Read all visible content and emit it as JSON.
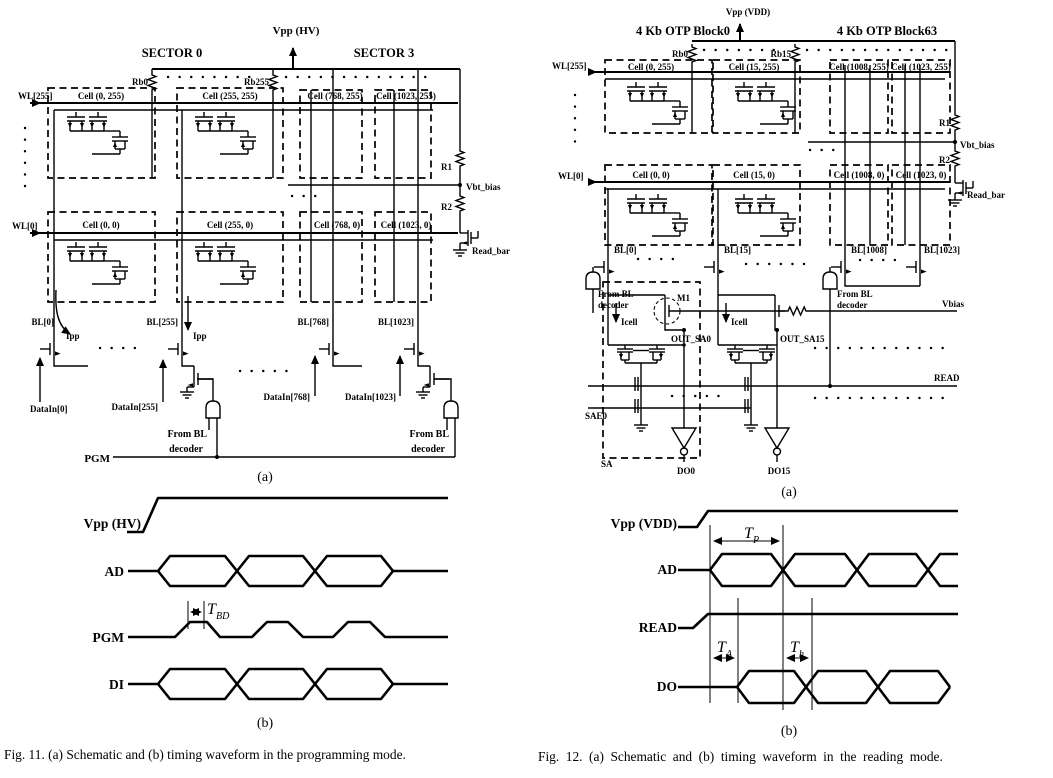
{
  "fig11": {
    "sector0": "SECTOR 0",
    "sector3": "SECTOR 3",
    "vpp": "Vpp (HV)",
    "rb0": "Rb0",
    "rb255": "Rb255",
    "wl255": "WL[255]",
    "wl0": "WL[0]",
    "cells_top": [
      "Cell (0, 255)",
      "Cell (255, 255)",
      "Cell (768, 255)",
      "Cell (1023, 255)"
    ],
    "cells_bot": [
      "Cell (0, 0)",
      "Cell (255, 0)",
      "Cell (768, 0)",
      "Cell (1023, 0)"
    ],
    "r1": "R1",
    "r2": "R2",
    "vbt_bias": "Vbt_bias",
    "read_bar": "Read_bar",
    "bl": [
      "BL[0]",
      "BL[255]",
      "BL[768]",
      "BL[1023]"
    ],
    "ipp": "Ipp",
    "datain": [
      "DataIn[0]",
      "DataIn[255]",
      "DataIn[768]",
      "DataIn[1023]"
    ],
    "from_bl": "From BL",
    "decoder": "decoder",
    "pgm": "PGM",
    "panel_a": "(a)",
    "wave": {
      "vpp": "Vpp (HV)",
      "ad": "AD",
      "pgm": "PGM",
      "di": "DI",
      "t": "T",
      "t_sub": "BD",
      "panel_b": "(b)"
    },
    "caption": "Fig. 11.  (a) Schematic and (b) timing waveform in the programming mode."
  },
  "fig12": {
    "block0": "4 Kb OTP Block0",
    "block63": "4 Kb OTP Block63",
    "vpp": "Vpp (VDD)",
    "rb0": "Rb0",
    "rb15": "Rb15",
    "wl255": "WL[255]",
    "wl0": "WL[0]",
    "cells_top": [
      "Cell (0, 255)",
      "Cell (15, 255)",
      "Cell (1008, 255)",
      "Cell (1023, 255)"
    ],
    "cells_bot": [
      "Cell (0, 0)",
      "Cell (15, 0)",
      "Cell (1008, 0)",
      "Cell (1023, 0)"
    ],
    "r1": "R1",
    "r2": "R2",
    "vbt_bias": "Vbt_bias",
    "read_bar": "Read_bar",
    "bl": [
      "BL[0]",
      "BL[15]",
      "BL[1008]",
      "BL[1023]"
    ],
    "from_bl": "From BL",
    "decoder": "decoder",
    "m1": "M1",
    "icell": "Icell",
    "out_sa0": "OUT_SA0",
    "out_sa15": "OUT_SA15",
    "vbias": "Vbias",
    "read": "READ",
    "sae0": "SAE0",
    "sa": "SA",
    "do0": "DO0",
    "do15": "DO15",
    "panel_a": "(a)",
    "wave": {
      "vpp": "Vpp (VDD)",
      "ad": "AD",
      "read": "READ",
      "do": "DO",
      "tp": "T",
      "tp_sub": "P",
      "ta": "T",
      "ta_sub": "A",
      "th": "T",
      "th_sub": "h",
      "panel_b": "(b)"
    },
    "caption": "Fig. 12.  (a) Schematic and (b) timing waveform in the reading mode."
  }
}
